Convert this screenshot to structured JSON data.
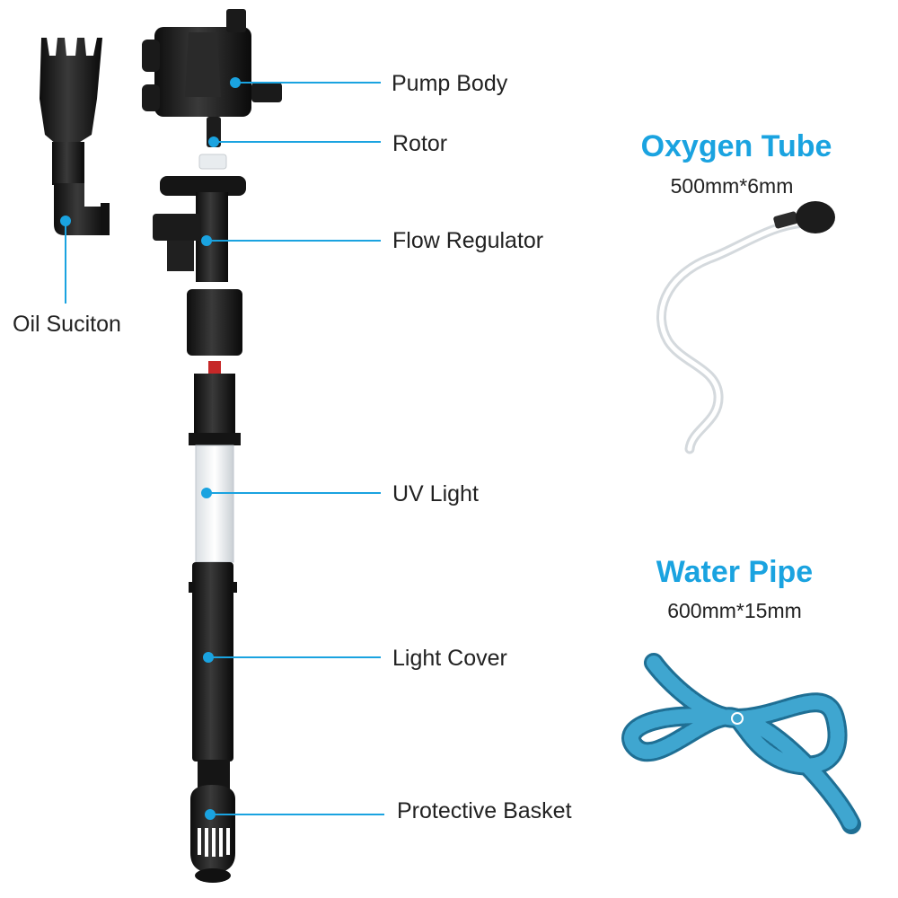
{
  "parts": {
    "pump_body": "Pump Body",
    "rotor": "Rotor",
    "flow_regulator": "Flow Regulator",
    "oil_suction": "Oil Suciton",
    "uv_light": "UV Light",
    "light_cover": "Light Cover",
    "protective_basket": "Protective Basket"
  },
  "accessories": {
    "oxygen_tube": {
      "title": "Oxygen Tube",
      "spec": "500mm*6mm"
    },
    "water_pipe": {
      "title": "Water Pipe",
      "spec": "600mm*15mm"
    }
  },
  "colors": {
    "callout": "#1aa3e0",
    "part_body": "#1b1b1b",
    "water_pipe": "#2f8fb8"
  }
}
